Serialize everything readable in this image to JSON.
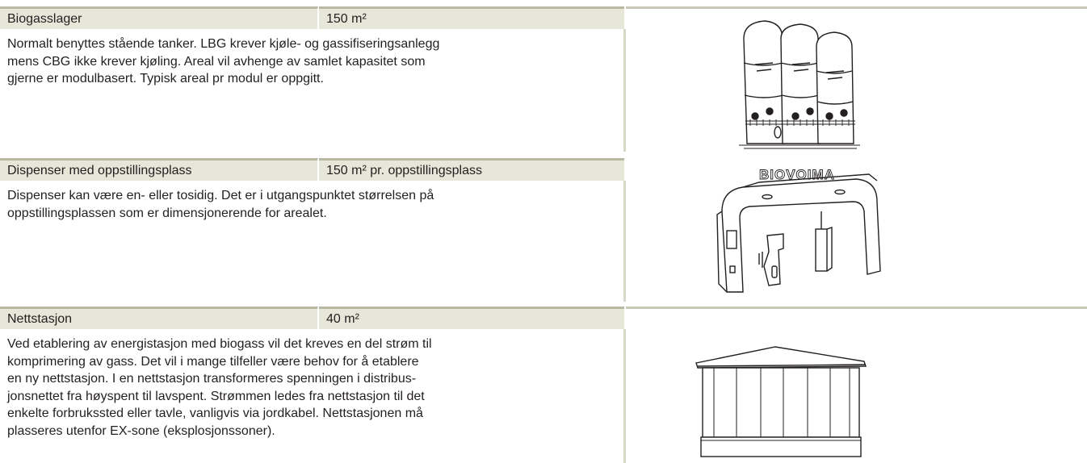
{
  "rows": [
    {
      "label": "Biogasslager",
      "value": "150 m²",
      "description": "Normalt benyttes stående tanker. LBG krever kjøle- og gassifiseringsanlegg\nmens CBG ikke krever kjøling. Areal vil avhenge av samlet kapasitet som\ngjerne er modulbasert. Typisk areal pr modul er oppgitt."
    },
    {
      "label": "Dispenser med oppstillingsplass",
      "value": "150 m² pr. oppstillingsplass",
      "description": "Dispenser kan være en- eller tosidig. Det er i utgangspunktet størrelsen på\noppstillingsplassen som er dimensjonerende for arealet.",
      "sign_text": "BIOVOIMA"
    },
    {
      "label": "Nettstasjon",
      "value": "40 m²",
      "description": "Ved etablering av energistasjon med biogass vil det kreves en del strøm til\nkomprimering av gass. Det vil i mange tilfeller være behov for å etablere\nen ny nettstasjon. I en nettstasjon transformeres spenningen i distribus-\njonsnettet fra høyspent til lavspent. Strømmen ledes fra nettstasjon til det\nenkelte forbrukssted eller tavle, vanligvis via jordkabel. Nettstasjonen må\nplasseres utenfor EX-sone (eksplosjonssoner)."
    }
  ],
  "colors": {
    "header_bg": "#e6e6d9",
    "rule": "#b9b8a3",
    "text": "#231f20"
  },
  "icons": [
    "storage-tanks-illustration",
    "dispenser-station-illustration",
    "substation-illustration"
  ]
}
